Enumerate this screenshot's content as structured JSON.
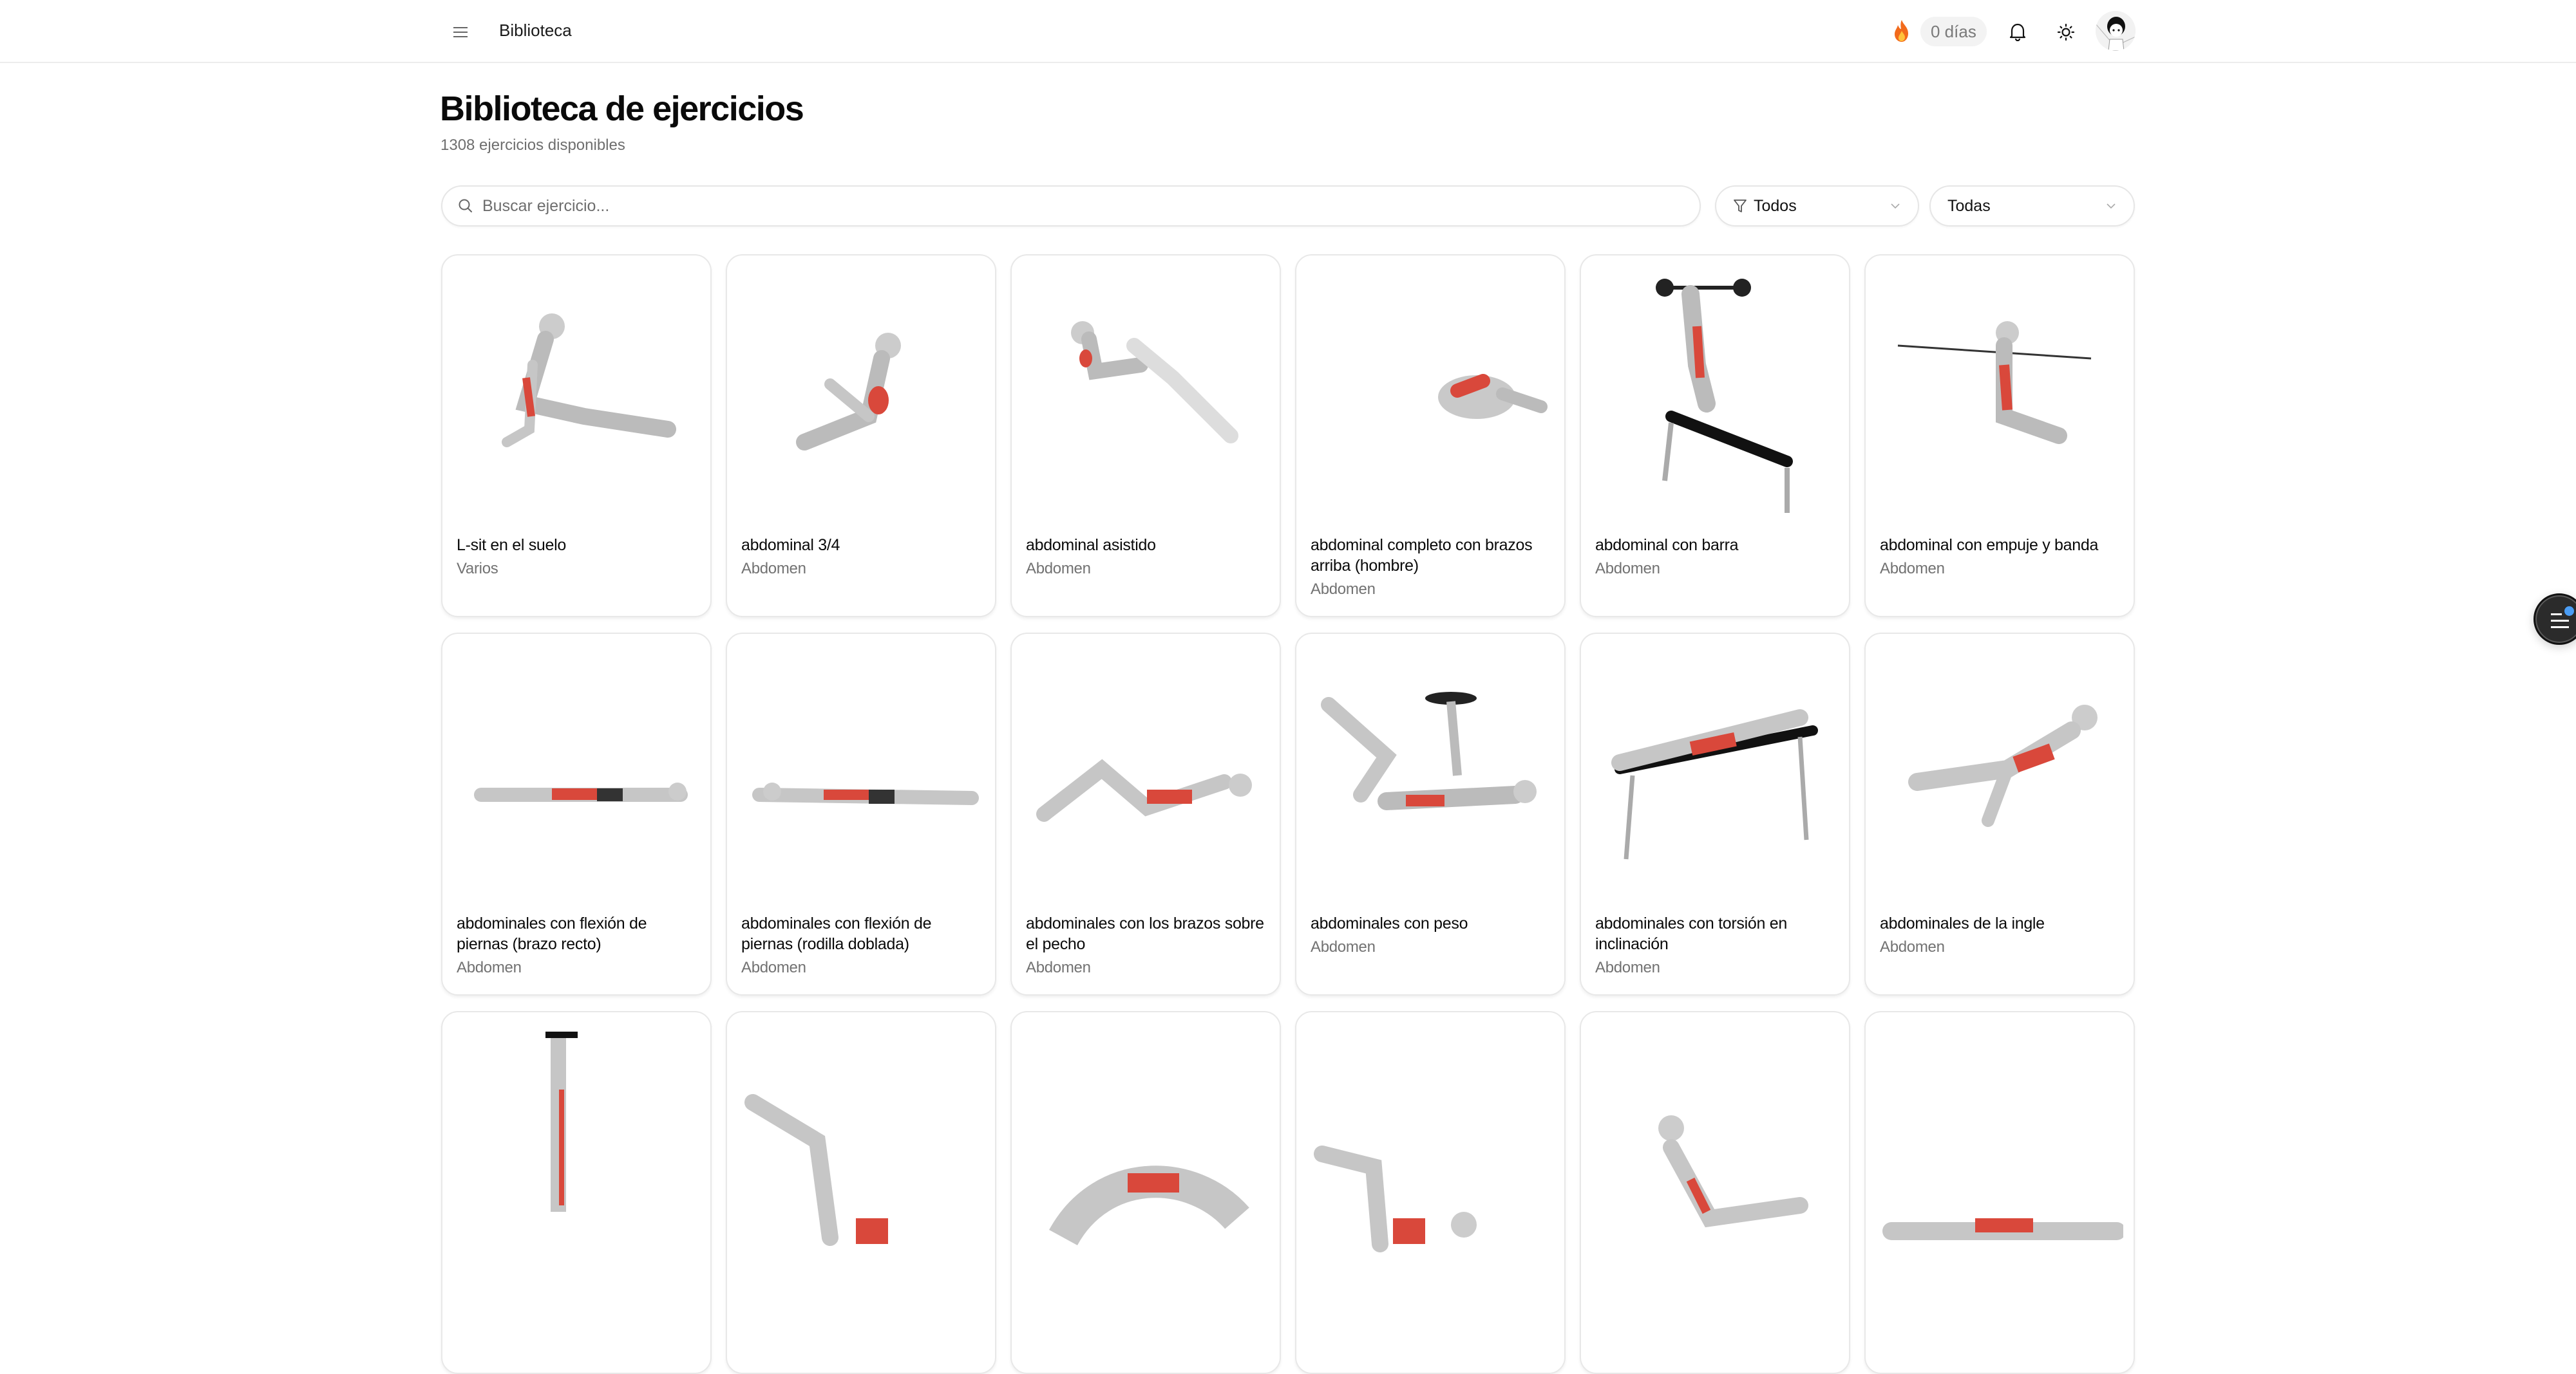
{
  "header": {
    "menu_icon": "hamburger-menu-icon",
    "title": "Biblioteca",
    "streak": {
      "icon": "fire-icon",
      "label": "0 días"
    },
    "notifications_icon": "bell-icon",
    "theme_icon": "sun-icon",
    "avatar": "user-avatar"
  },
  "page": {
    "title": "Biblioteca de ejercicios",
    "subtitle": "1308 ejercicios disponibles"
  },
  "filters": {
    "search": {
      "placeholder": "Buscar ejercicio...",
      "value": "",
      "icon": "search-icon"
    },
    "type_select": {
      "icon": "filter-icon",
      "value": "Todos"
    },
    "equipment_select": {
      "value": "Todas"
    }
  },
  "exercises": [
    {
      "name": "L-sit en el suelo",
      "muscle": "Varios"
    },
    {
      "name": "abdominal 3/4",
      "muscle": "Abdomen"
    },
    {
      "name": "abdominal asistido",
      "muscle": "Abdomen"
    },
    {
      "name": "abdominal completo con brazos arriba (hombre)",
      "muscle": "Abdomen"
    },
    {
      "name": "abdominal con barra",
      "muscle": "Abdomen"
    },
    {
      "name": "abdominal con empuje y banda",
      "muscle": "Abdomen"
    },
    {
      "name": "abdominales con flexión de piernas (brazo recto)",
      "muscle": "Abdomen"
    },
    {
      "name": "abdominales con flexión de piernas (rodilla doblada)",
      "muscle": "Abdomen"
    },
    {
      "name": "abdominales con los brazos sobre el pecho",
      "muscle": "Abdomen"
    },
    {
      "name": "abdominales con peso",
      "muscle": "Abdomen"
    },
    {
      "name": "abdominales con torsión en inclinación",
      "muscle": "Abdomen"
    },
    {
      "name": "abdominales de la ingle",
      "muscle": "Abdomen"
    },
    {
      "name": "",
      "muscle": ""
    },
    {
      "name": "",
      "muscle": ""
    },
    {
      "name": "",
      "muscle": ""
    },
    {
      "name": "",
      "muscle": ""
    },
    {
      "name": "",
      "muscle": ""
    },
    {
      "name": "",
      "muscle": ""
    }
  ],
  "fab": {
    "icon": "list-menu-icon",
    "badge_color": "#4a9df5"
  },
  "colors": {
    "accent_muscle": "#d9483b",
    "border": "#e8e8e8",
    "muted_text": "#727272"
  }
}
